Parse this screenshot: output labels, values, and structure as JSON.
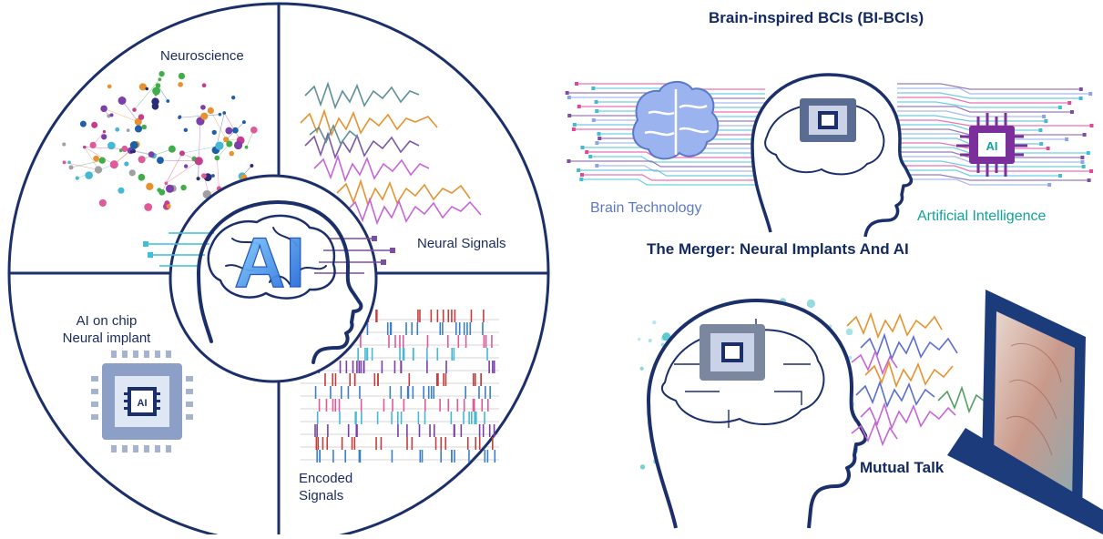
{
  "left_diagram": {
    "center_label": "AI",
    "quadrants": {
      "top_left": "Neuroscience",
      "top_right": "Neural Signals",
      "bottom_left_line1": "AI on chip",
      "bottom_left_line2": "Neural implant",
      "bottom_right_line1": "Encoded",
      "bottom_right_line2": "Signals"
    },
    "chip_label": "AI"
  },
  "right_top": {
    "title": "Brain-inspired BCIs (BI-BCIs)",
    "left_caption": "Brain Technology",
    "right_caption": "Artificial Intelligence",
    "chip_label": "AI"
  },
  "right_bottom": {
    "title": "The Merger:  Neural Implants And AI",
    "caption": "Mutual Talk"
  },
  "colors": {
    "navy": "#1b2f6b",
    "brain_blue": "#8aa6e8",
    "ai_teal": "#12a39a",
    "chip_purple": "#7b2f9b",
    "circuit_pink": "#e0479b",
    "circuit_cyan": "#3cc0d8"
  }
}
